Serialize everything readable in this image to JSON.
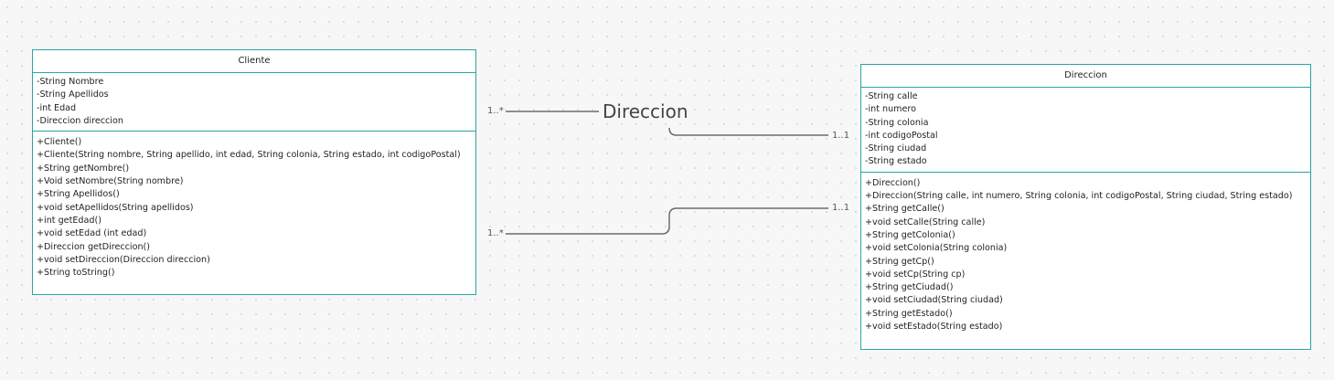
{
  "classes": {
    "cliente": {
      "name": "Cliente",
      "attributes": [
        "-String Nombre",
        "-String Apellidos",
        "-int Edad",
        "-Direccion direccion"
      ],
      "methods": [
        "+Cliente()",
        "+Cliente(String nombre, String apellido, int edad, String colonia, String estado, int codigoPostal)",
        "+String getNombre()",
        "+Void setNombre(String nombre)",
        "+String Apellidos()",
        "+void setApellidos(String apellidos)",
        "+int getEdad()",
        "+void setEdad (int edad)",
        "+Direccion getDireccion()",
        "+void setDireccion(Direccion direccion)",
        "+String toString()"
      ]
    },
    "direccion": {
      "name": "Direccion",
      "attributes": [
        "-String calle",
        "-int numero",
        "-String colonia",
        "-int codigoPostal",
        "-String ciudad",
        "-String estado"
      ],
      "methods": [
        "+Direccion()",
        "+Direccion(String calle, int numero, String colonia, int codigoPostal, String ciudad, String estado)",
        "+String getCalle()",
        "+void setCalle(String calle)",
        "+String getColonia()",
        "+void setColonia(String colonia)",
        "+String getCp()",
        "+void setCp(String cp)",
        "+String getCiudad()",
        "+void setCiudad(String ciudad)",
        "+String getEstado()",
        "+void setEstado(String estado)"
      ]
    }
  },
  "associations": [
    {
      "label": "Direccion",
      "source_multiplicity": "1..*",
      "target_multiplicity": "1..1"
    },
    {
      "label": "",
      "source_multiplicity": "1..*",
      "target_multiplicity": "1..1"
    }
  ],
  "colors": {
    "class_border": "#2aa5a0",
    "connector": "#6b6b6b",
    "canvas": "#f7f7f7"
  }
}
